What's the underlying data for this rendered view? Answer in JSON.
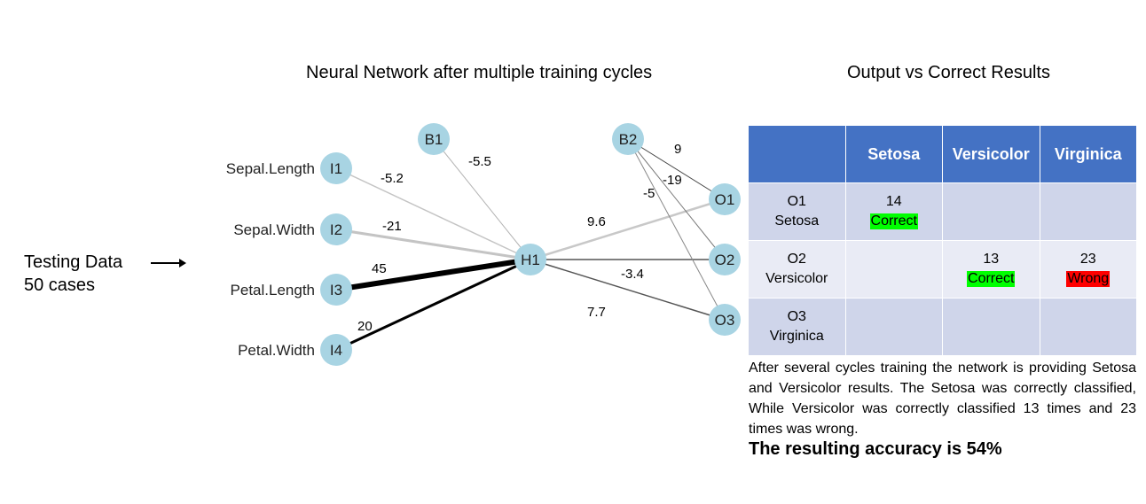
{
  "titles": {
    "network": "Neural Network after multiple training cycles",
    "results": "Output vs Correct Results"
  },
  "testing": {
    "line1": "Testing Data",
    "line2": "50 cases"
  },
  "network": {
    "nodes": [
      {
        "id": "B1",
        "label": "B1"
      },
      {
        "id": "B2",
        "label": "B2"
      },
      {
        "id": "I1",
        "label": "I1",
        "input": "Sepal.Length"
      },
      {
        "id": "I2",
        "label": "I2",
        "input": "Sepal.Width"
      },
      {
        "id": "I3",
        "label": "I3",
        "input": "Petal.Length"
      },
      {
        "id": "I4",
        "label": "I4",
        "input": "Petal.Width"
      },
      {
        "id": "H1",
        "label": "H1"
      },
      {
        "id": "O1",
        "label": "O1"
      },
      {
        "id": "O2",
        "label": "O2"
      },
      {
        "id": "O3",
        "label": "O3"
      }
    ],
    "edges": [
      {
        "from": "B1",
        "to": "H1",
        "weight": "-5.5"
      },
      {
        "from": "I1",
        "to": "H1",
        "weight": "-5.2"
      },
      {
        "from": "I2",
        "to": "H1",
        "weight": "-21"
      },
      {
        "from": "I3",
        "to": "H1",
        "weight": "45"
      },
      {
        "from": "I4",
        "to": "H1",
        "weight": "20"
      },
      {
        "from": "H1",
        "to": "O1",
        "weight": "9.6"
      },
      {
        "from": "H1",
        "to": "O2",
        "weight": "-3.4"
      },
      {
        "from": "H1",
        "to": "O3",
        "weight": "7.7"
      },
      {
        "from": "B2",
        "to": "O1",
        "weight": "9"
      },
      {
        "from": "B2",
        "to": "O2",
        "weight": "-19"
      },
      {
        "from": "B2",
        "to": "O3",
        "weight": "-5"
      }
    ],
    "colors": {
      "node_fill": "#a8d4e3",
      "positive_edge": "#000000",
      "negative_edge": "#bfbfbf",
      "bias_edge": "#999999"
    }
  },
  "results_table": {
    "headers": [
      "",
      "Setosa",
      "Versicolor",
      "Virginica"
    ],
    "rows": [
      {
        "label1": "O1",
        "label2": "Setosa",
        "cells": [
          {
            "count": "14",
            "tag": "Correct",
            "status": "correct"
          },
          {
            "count": "",
            "tag": "",
            "status": ""
          },
          {
            "count": "",
            "tag": "",
            "status": ""
          }
        ]
      },
      {
        "label1": "O2",
        "label2": "Versicolor",
        "cells": [
          {
            "count": "",
            "tag": "",
            "status": ""
          },
          {
            "count": "13",
            "tag": "Correct",
            "status": "correct"
          },
          {
            "count": "23",
            "tag": "Wrong",
            "status": "wrong"
          }
        ]
      },
      {
        "label1": "O3",
        "label2": "Virginica",
        "cells": [
          {
            "count": "",
            "tag": "",
            "status": ""
          },
          {
            "count": "",
            "tag": "",
            "status": ""
          },
          {
            "count": "",
            "tag": "",
            "status": ""
          }
        ]
      }
    ],
    "colors": {
      "header": "#4472c4",
      "row_dark": "#cfd5ea",
      "row_light": "#e9ebf5",
      "correct": "#00ff00",
      "wrong": "#ff0000"
    }
  },
  "description": "After several cycles training the network is providing Setosa and Versicolor results. The Setosa was correctly classified, While Versicolor was correctly classified 13 times and 23 times was wrong.",
  "accuracy": "The resulting accuracy is 54%"
}
